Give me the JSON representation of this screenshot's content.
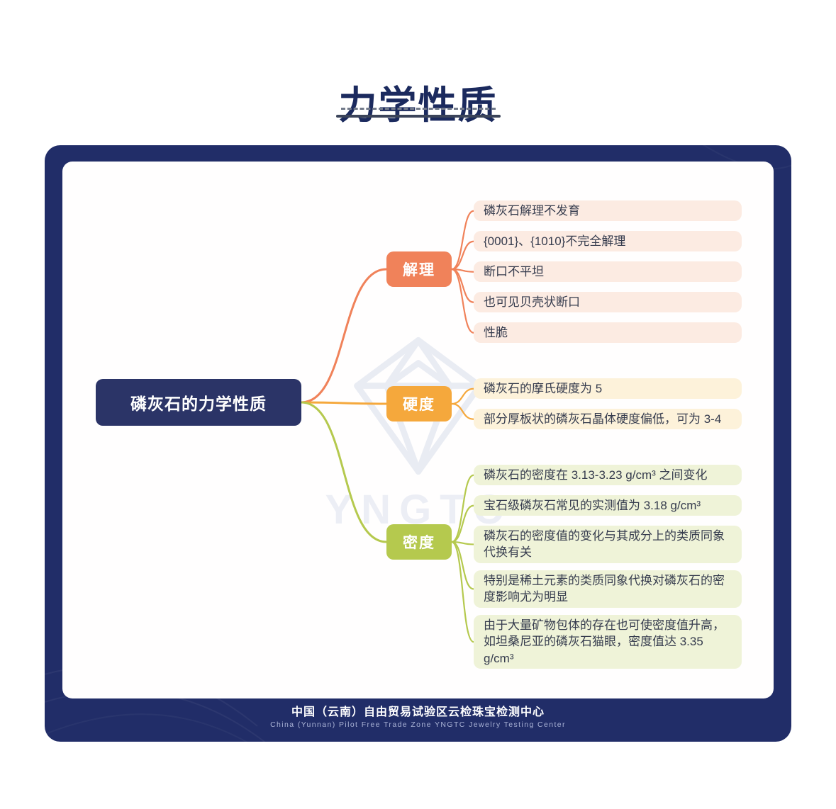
{
  "page": {
    "title": "力学性质",
    "watermark_text": "YNGTC",
    "footer_line1": "中国（云南）自由贸易试验区云检珠宝检测中心",
    "footer_line2": "China (Yunnan) Pilot Free Trade Zone  YNGTC Jewelry Testing Center"
  },
  "colors": {
    "title": "#1b2a5e",
    "panel_bg": "#212d68",
    "root_bg": "#2b3467",
    "watermark": "#e9ecf3"
  },
  "mindmap": {
    "root": "磷灰石的力学性质",
    "branches": [
      {
        "label": "解理",
        "color": "#f0825a",
        "leaf_bg": "#fcebe2",
        "leaves": [
          "磷灰石解理不发育",
          "{0001}、{1010}不完全解理",
          "断口不平坦",
          "也可见贝壳状断口",
          "性脆"
        ]
      },
      {
        "label": "硬度",
        "color": "#f5a83c",
        "leaf_bg": "#fdf2da",
        "leaves": [
          "磷灰石的摩氏硬度为 5",
          "部分厚板状的磷灰石晶体硬度偏低，可为 3-4"
        ]
      },
      {
        "label": "密度",
        "color": "#b5c94e",
        "leaf_bg": "#eff3d8",
        "leaves": [
          "磷灰石的密度在 3.13-3.23 g/cm³ 之间变化",
          "宝石级磷灰石常见的实测值为 3.18 g/cm³",
          "磷灰石的密度值的变化与其成分上的类质同象代换有关",
          "特别是稀土元素的类质同象代换对磷灰石的密度影响尤为明显",
          "由于大量矿物包体的存在也可使密度值升高，如坦桑尼亚的磷灰石猫眼，密度值达 3.35 g/cm³"
        ]
      }
    ]
  }
}
